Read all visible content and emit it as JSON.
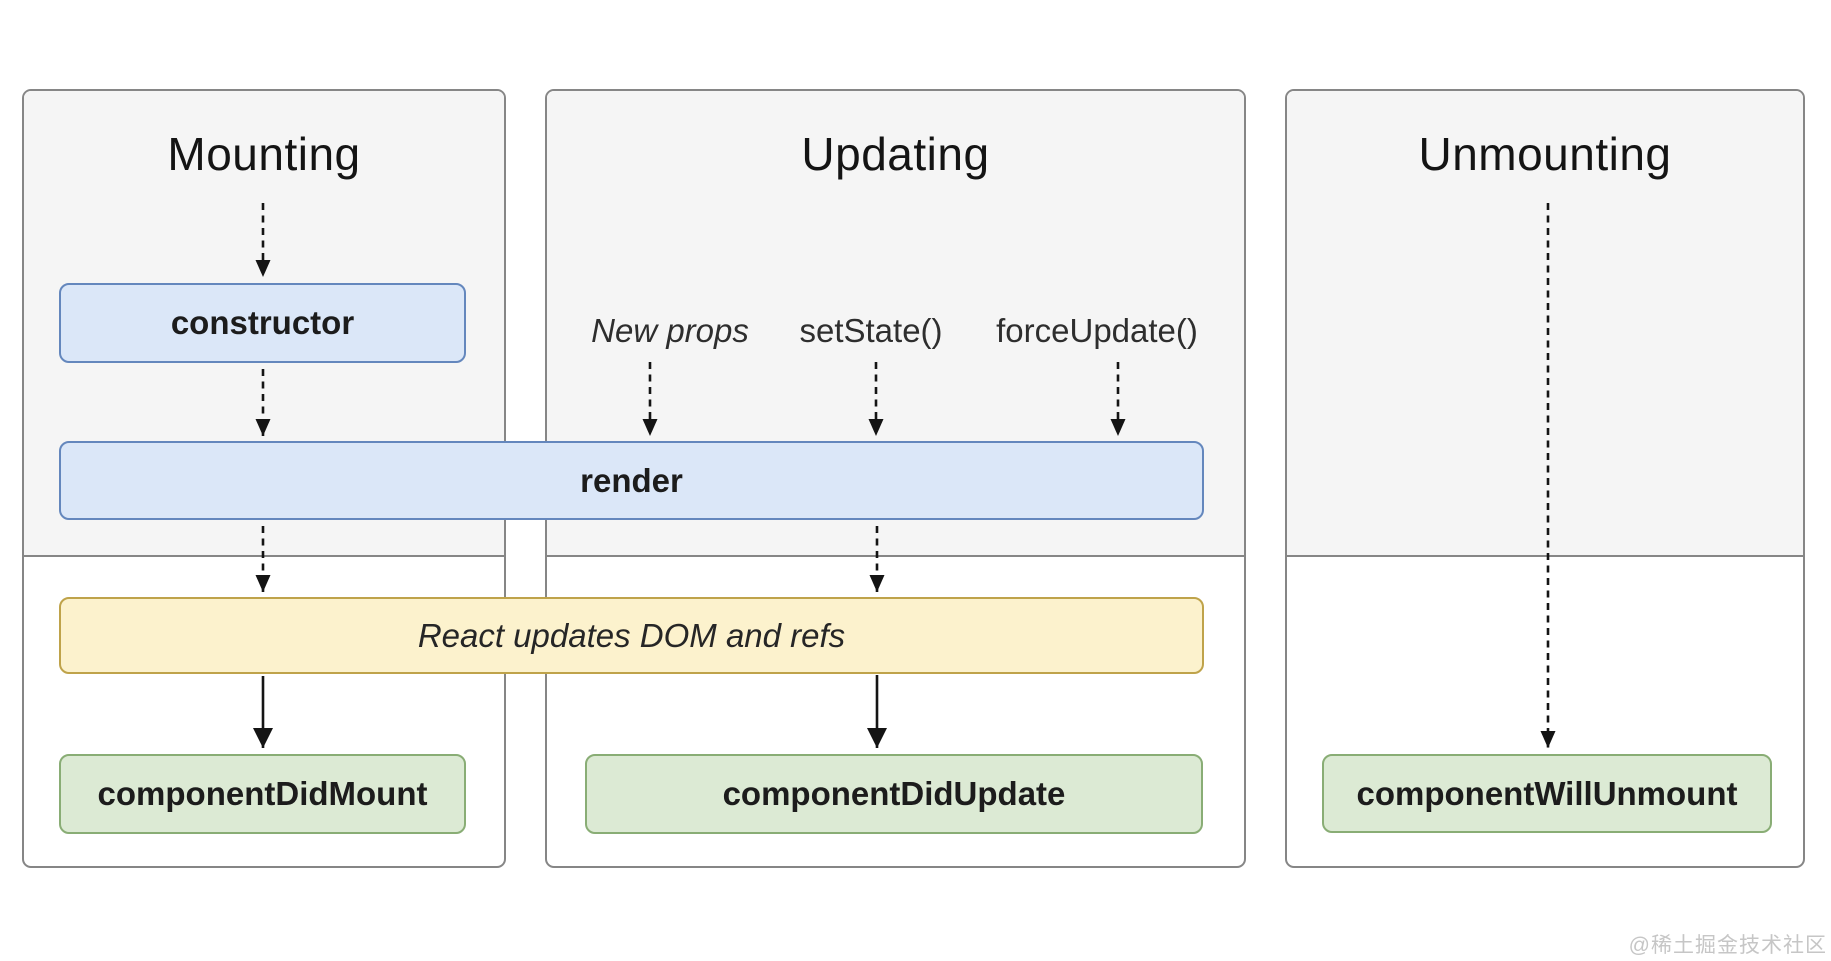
{
  "diagram": {
    "columns": [
      {
        "title": "Mounting"
      },
      {
        "title": "Updating"
      },
      {
        "title": "Unmounting"
      }
    ],
    "triggers": [
      {
        "label": "New props"
      },
      {
        "label": "setState()"
      },
      {
        "label": "forceUpdate()"
      }
    ],
    "boxes": {
      "ctor": "constructor",
      "render": "render",
      "updates": "React updates DOM and refs",
      "did_mount": "componentDidMount",
      "did_update": "componentDidUpdate",
      "will_unmount": "componentWillUnmount"
    }
  },
  "watermark": {
    "text": "@稀土掘金技术社区"
  },
  "colors": {
    "panel_bg": "#f5f5f5",
    "panel_border": "#868686",
    "blue_fill": "#dbe7f8",
    "blue_border": "#6487bd",
    "yellow_fill": "#fcf2cd",
    "yellow_border": "#bfa34a",
    "green_fill": "#dcead4",
    "green_border": "#89ad75",
    "arrow": "#141414",
    "watermark_gray": "#c6c6c6"
  }
}
